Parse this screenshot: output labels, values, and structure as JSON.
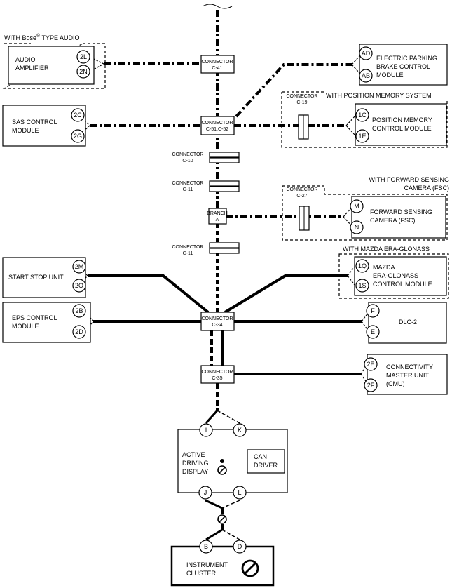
{
  "boxes": {
    "audio": "AUDIO\nAMPLIFIER",
    "epb": "ELECTRIC PARKING\nBRAKE CONTROL\nMODULE",
    "sas": "SAS CONTROL\nMODULE",
    "pos_mem": "POSITION MEMORY\nCONTROL MODULE",
    "fsc": "FORWARD SENSING\nCAMERA (FSC)",
    "start_stop": "START STOP UNIT",
    "era": "MAZDA\nERA-GLONASS\nCONTROL MODULE",
    "eps": "EPS CONTROL\nMODULE",
    "dlc": "DLC-2",
    "cmu": "CONNECTIVITY\nMASTER UNIT\n(CMU)",
    "adisp": "ACTIVE\nDRIVING\nDISPLAY",
    "can_driver": "CAN\nDRIVER",
    "cluster": "INSTRUMENT\nCLUSTER"
  },
  "options": {
    "bose_prefix": "WITH Bose",
    "bose_reg": "®",
    "bose_suffix": " TYPE AUDIO",
    "position_memory": "WITH POSITION MEMORY SYSTEM",
    "fsc": "WITH FORWARD SENSING\nCAMERA (FSC)",
    "era": "WITH MAZDA ERA-GLONASS"
  },
  "connectors": {
    "c41": "CONNECTOR\nC-41",
    "c51": "CONNECTOR\nC-51,C-52",
    "c10": "CONNECTOR\nC-10",
    "c11a": "CONNECTOR\nC-11",
    "branch": "BRANCH\nA",
    "c11b": "CONNECTOR\nC-11",
    "c34": "CONNECTOR\nC-34",
    "c35": "CONNECTOR\nC-35",
    "c19": "CONNECTOR\nC-19",
    "c27": "CONNECTOR\nC-27"
  },
  "pins": {
    "audio_top": "2L",
    "audio_bot": "2N",
    "epb_top": "AD",
    "epb_bot": "AB",
    "sas_top": "2C",
    "sas_bot": "2G",
    "pm_top": "1C",
    "pm_bot": "1E",
    "fsc_top": "M",
    "fsc_bot": "N",
    "ss_top": "2M",
    "ss_bot": "2O",
    "era_top": "1Q",
    "era_bot": "1S",
    "eps_top": "2B",
    "eps_bot": "2D",
    "dlc_top": "F",
    "dlc_bot": "E",
    "cmu_top": "2E",
    "cmu_bot": "2F",
    "adisp_i": "I",
    "adisp_k": "K",
    "adisp_j": "J",
    "adisp_l": "L",
    "cl_b": "B",
    "cl_d": "D"
  }
}
